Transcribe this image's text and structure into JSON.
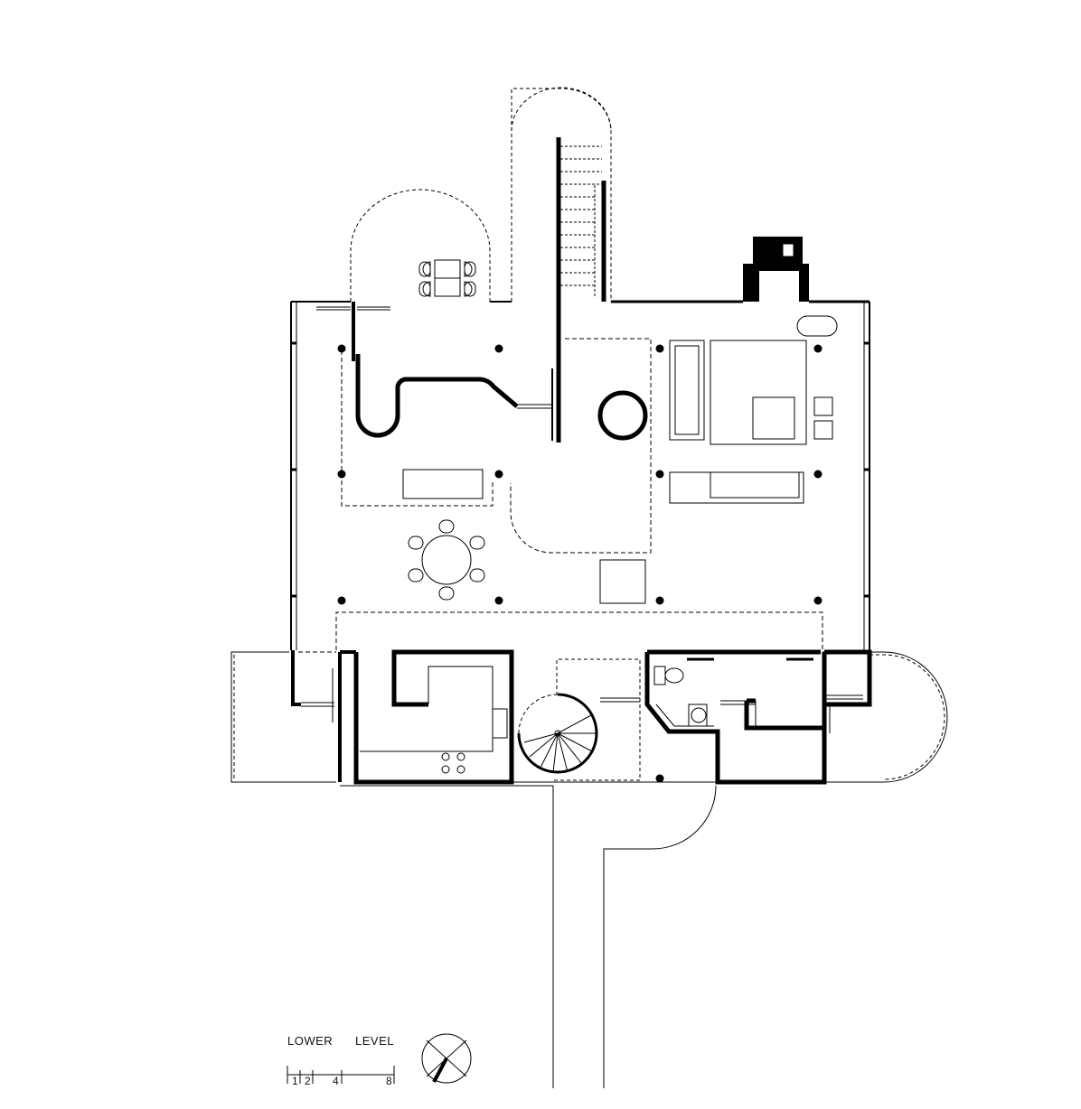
{
  "title": {
    "word1": "LOWER",
    "word2": "LEVEL"
  },
  "scale": {
    "ticks": [
      "1",
      "2",
      "4",
      "8"
    ]
  }
}
